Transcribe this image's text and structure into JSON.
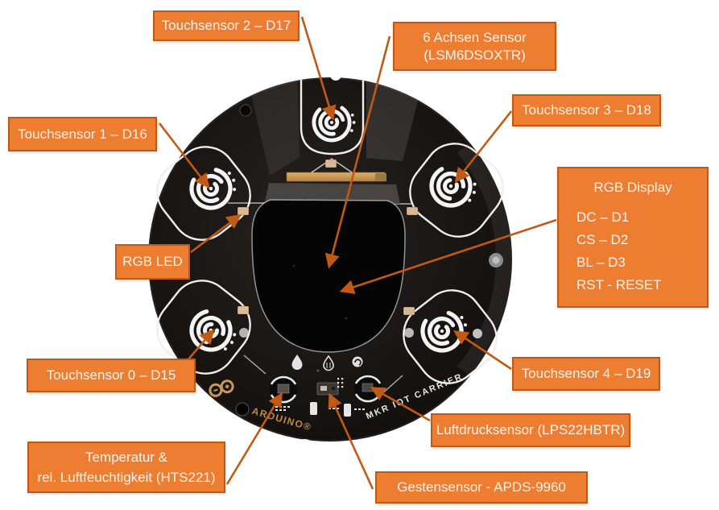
{
  "colors": {
    "label_bg": "#ED7D31",
    "label_border": "#BF5913",
    "label_text": "#FBF2EA",
    "arrow": "#C05A15",
    "board": "#17130F"
  },
  "labels": {
    "touchsensor2": "Touchsensor 2 – D17",
    "six_axis_line1": "6 Achsen Sensor",
    "six_axis_line2": "(LSM6DSOXTR)",
    "touchsensor1": "Touchsensor 1 – D16",
    "touchsensor3": "Touchsensor 3 – D18",
    "rgb_led": "RGB LED",
    "rgb_display_title": "RGB Display",
    "rgb_display_pins": [
      "DC – D1",
      "CS – D2",
      "BL – D3",
      "RST - RESET"
    ],
    "touchsensor0": "Touchsensor 0 – D15",
    "touchsensor4": "Touchsensor 4 – D19",
    "luftdruck": "Luftdrucksensor (LPS22HBTR)",
    "temperatur_line1": "Temperatur &",
    "temperatur_line2": "rel. Luftfeuchtigkeit (HTS221)",
    "gesten": "Gestensensor - APDS-9960"
  },
  "board": {
    "brand_text": "ARDUINO®",
    "product_text": "MKR IOT CARRIER"
  }
}
